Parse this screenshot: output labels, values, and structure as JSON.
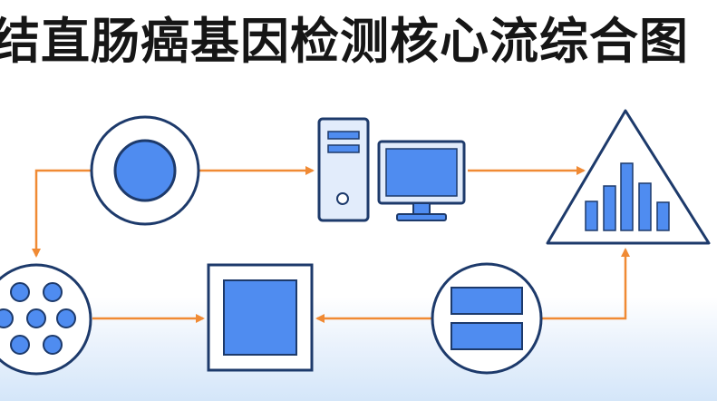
{
  "title": "结直肠癌基因检测核心流综合图",
  "colors": {
    "outline": "#1d3a6b",
    "fill": "#4f8cf0",
    "light_fill": "#e2ecfb",
    "arrow": "#f08a34",
    "background_bottom": "#d4e6f9"
  },
  "nodes": [
    {
      "name": "sample-collection",
      "icon": "circle-with-dot-icon"
    },
    {
      "name": "computer-analysis",
      "icon": "desktop-computer-icon"
    },
    {
      "name": "result-report",
      "icon": "triangle-bar-chart-icon"
    },
    {
      "name": "cell-preparation",
      "icon": "cells-circle-icon"
    },
    {
      "name": "dna-sequencing",
      "icon": "square-chip-icon"
    },
    {
      "name": "data-processing",
      "icon": "stacked-blocks-icon"
    }
  ]
}
